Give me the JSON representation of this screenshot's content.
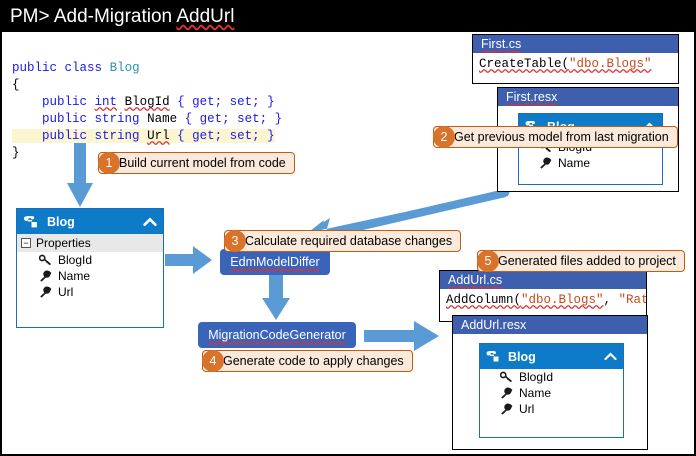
{
  "window": {
    "title_prompt": "PM>",
    "title_command": "Add-Migration",
    "title_arg": "AddUrl"
  },
  "code_editor": {
    "lines": [
      {
        "id": "l1",
        "parts": [
          {
            "t": "public ",
            "c": "kw"
          },
          {
            "t": "class ",
            "c": "kw"
          },
          {
            "t": "Blog",
            "c": "ty"
          }
        ]
      },
      {
        "id": "l2",
        "text": "{"
      },
      {
        "id": "l3",
        "text": "    public int BlogId { get; set; }"
      },
      {
        "id": "l4",
        "text": "    public string Name { get; set; }"
      },
      {
        "id": "l5",
        "text": "    public string Url { get; set; }"
      },
      {
        "id": "l6",
        "text": "}"
      }
    ],
    "tokens": {
      "public": "public",
      "class": "class",
      "int": "int",
      "string": "string",
      "blog": "Blog",
      "blogid": "BlogId",
      "name": "Name",
      "url": "Url",
      "accessors": "{ get; set; }",
      "brace_open": "{",
      "brace_close": "}",
      "indent": "    "
    }
  },
  "callouts": [
    {
      "num": "1",
      "text": "Build current model from code"
    },
    {
      "num": "2",
      "text": "Get previous model from last migration"
    },
    {
      "num": "3",
      "text": "Calculate required database changes"
    },
    {
      "num": "4",
      "text": "Generate code to apply changes"
    },
    {
      "num": "5",
      "text": "Generated files added to project"
    }
  ],
  "panes": {
    "first_cs": {
      "title": "First.cs",
      "body_prefix": "CreateTable(",
      "body_string": "\"dbo.Blogs\""
    },
    "first_resx": {
      "title": "First.resx"
    },
    "addurl_cs": {
      "title": "AddUrl.cs",
      "body_prefix": "AddColumn(",
      "body_string1": "\"dbo.Blogs\"",
      "body_mid": ", ",
      "body_string2": "\"Rat"
    },
    "addurl_resx": {
      "title": "AddUrl.resx"
    }
  },
  "class_boxes": {
    "current_model": {
      "name": "Blog",
      "section": "Properties",
      "expander": "−",
      "chevron": "⌃",
      "members": [
        {
          "label": "BlogId",
          "icon": "key-icon"
        },
        {
          "label": "Name",
          "icon": "wrench-icon"
        },
        {
          "label": "Url",
          "icon": "wrench-icon"
        }
      ]
    },
    "previous_model": {
      "name": "Blog",
      "chevron": "⌃",
      "members": [
        {
          "label": "BlogId",
          "icon": "key-icon"
        },
        {
          "label": "Name",
          "icon": "wrench-icon"
        }
      ]
    },
    "generated_model": {
      "name": "Blog",
      "chevron": "⌃",
      "members": [
        {
          "label": "BlogId",
          "icon": "key-icon"
        },
        {
          "label": "Name",
          "icon": "wrench-icon"
        },
        {
          "label": "Url",
          "icon": "wrench-icon"
        }
      ]
    }
  },
  "process_boxes": {
    "differ": "EdmModelDiffer",
    "generator": "MigrationCodeGenerator"
  },
  "colors": {
    "arrow_blue": "#5b9bd5",
    "class_header_blue": "#0e7bc8",
    "pane_header_blue": "#3d5fad",
    "process_blue": "#3a63ba",
    "callout_orange": "#c55a11",
    "callout_badge": "#d9722a",
    "callout_fill": "#fbeadb",
    "squiggle_red": "#e03030",
    "highlight_yellow": "#fbf5d0"
  }
}
